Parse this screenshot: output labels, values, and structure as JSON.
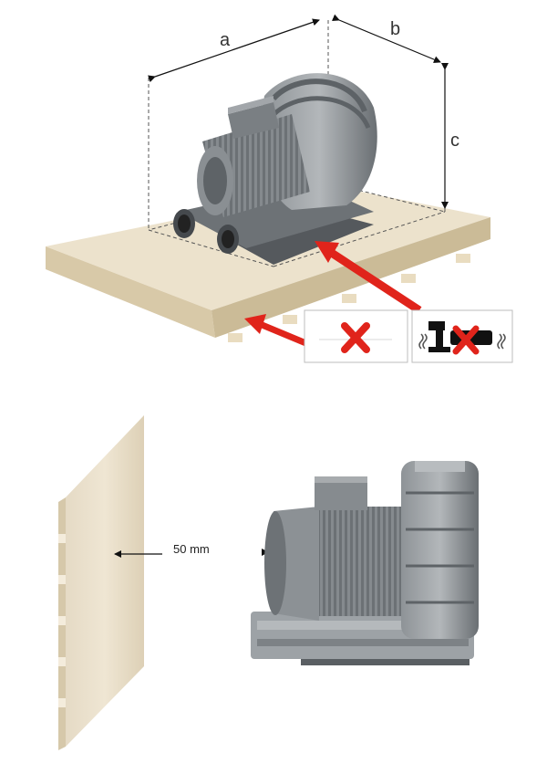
{
  "dimensions": {
    "length_label": "a",
    "width_label": "b",
    "height_label": "c"
  },
  "clearance": {
    "distance_label": "50 mm"
  },
  "warnings": [
    {
      "icon": "cross-icon",
      "meaning": "no-soft-ground"
    },
    {
      "icon": "vibration-cross-icon",
      "meaning": "no-vibration"
    }
  ],
  "colors": {
    "warning_red": "#e0241b",
    "blower_grey": "#7d8286",
    "pallet_wood": "#e9dcc2"
  }
}
